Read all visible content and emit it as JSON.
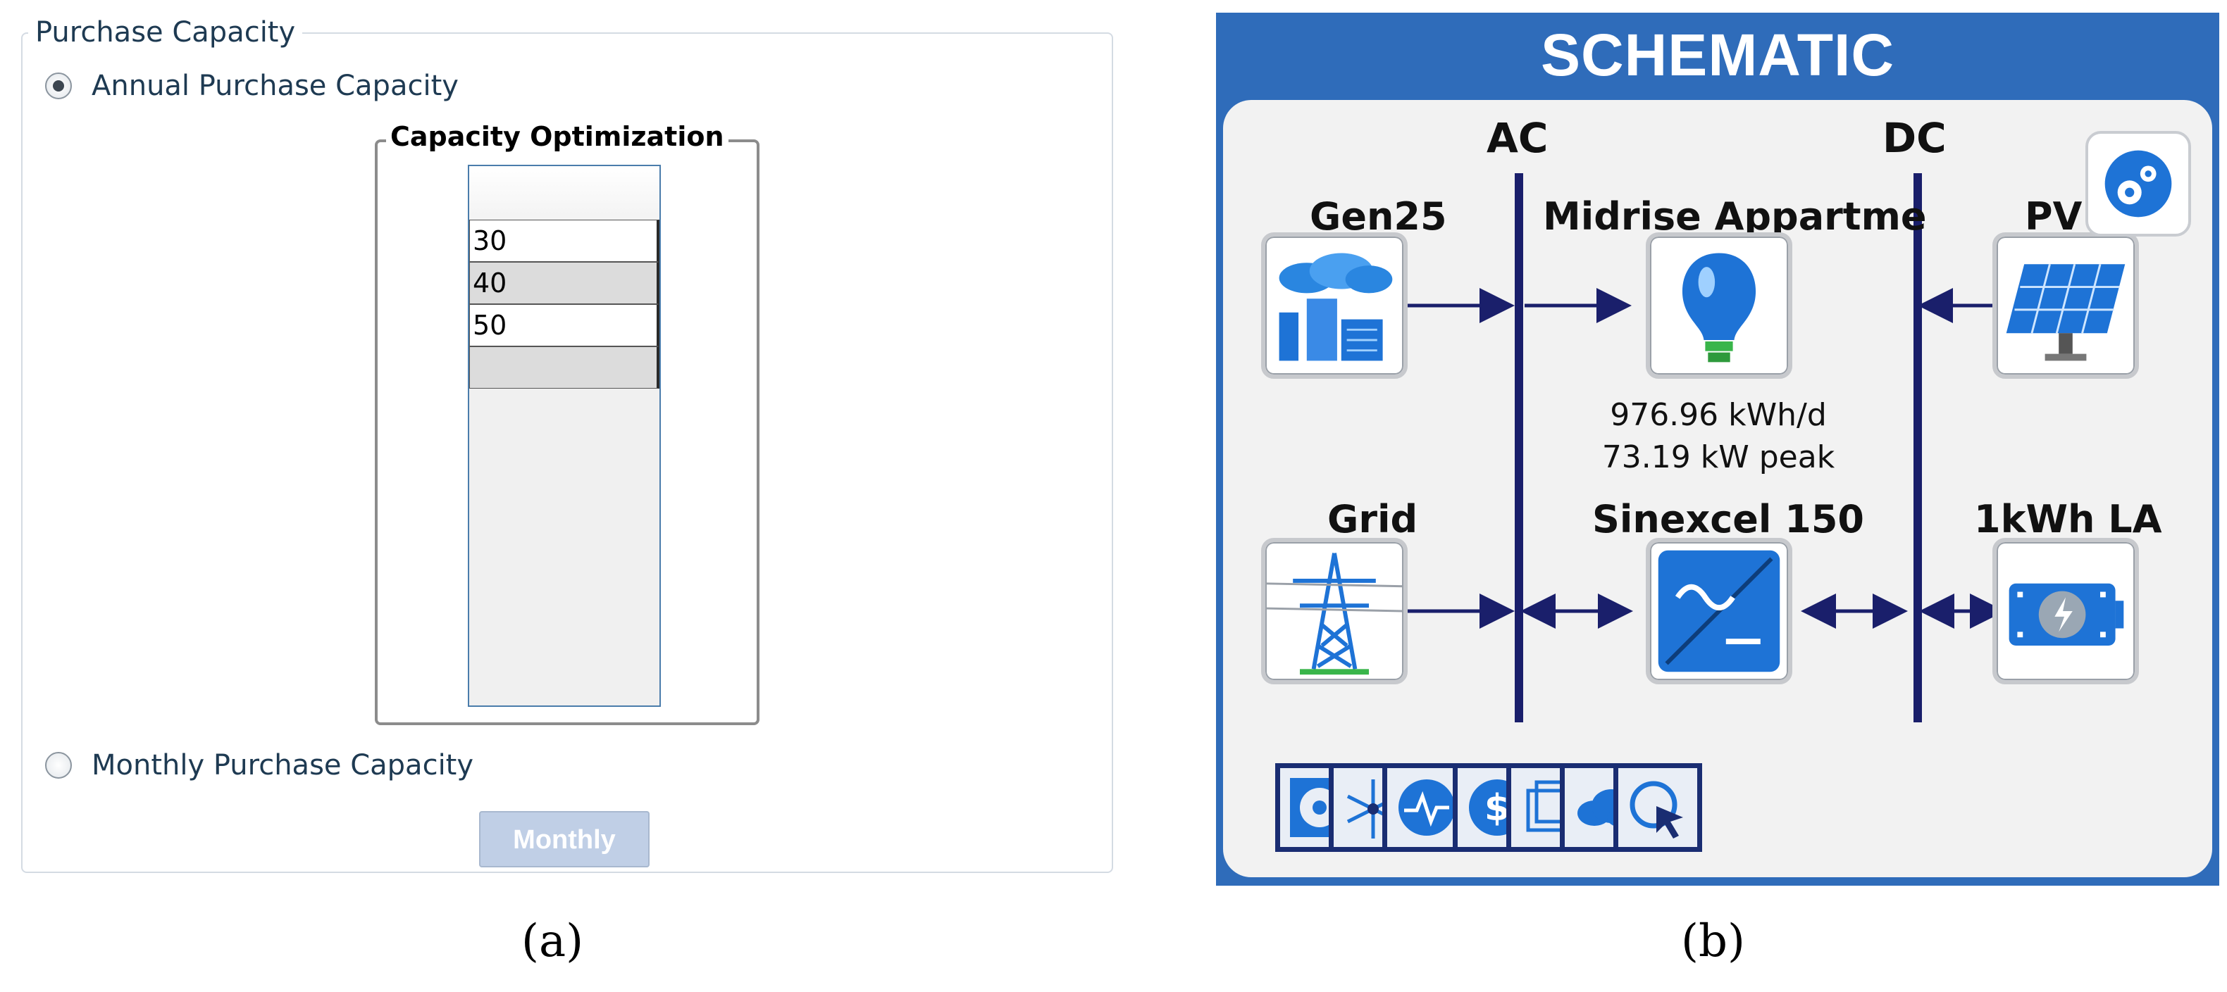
{
  "panel_a": {
    "group_title": "Purchase Capacity",
    "annual_option": {
      "label": "Annual Purchase Capacity",
      "checked": true
    },
    "monthly_option": {
      "label": "Monthly Purchase Capacity",
      "checked": false
    },
    "capacity_optimization": {
      "title": "Capacity Optimization",
      "rows": [
        "30",
        "40",
        "50",
        ""
      ]
    },
    "monthly_button": "Monthly",
    "caption": "(a)"
  },
  "panel_b": {
    "title": "SCHEMATIC",
    "buses": {
      "ac": "AC",
      "dc": "DC"
    },
    "nodes": {
      "gen": "Gen25",
      "load": "Midrise Appartme",
      "pv": "PV",
      "grid": "Grid",
      "converter": "Sinexcel 150",
      "battery": "1kWh LA"
    },
    "load_stats": {
      "daily": "976.96 kWh/d",
      "peak": "73.19 kW peak"
    },
    "colors": {
      "frame": "#2f6cba",
      "bus": "#1a1f6b",
      "icon_blue": "#1e73d6",
      "background": "#f2f2f2"
    },
    "toolbar_icons": [
      "compass-icon",
      "wind-icon",
      "waveform-icon",
      "dollar-icon",
      "cube-icon",
      "cloud-icon",
      "cursor-icon"
    ],
    "caption": "(b)"
  }
}
